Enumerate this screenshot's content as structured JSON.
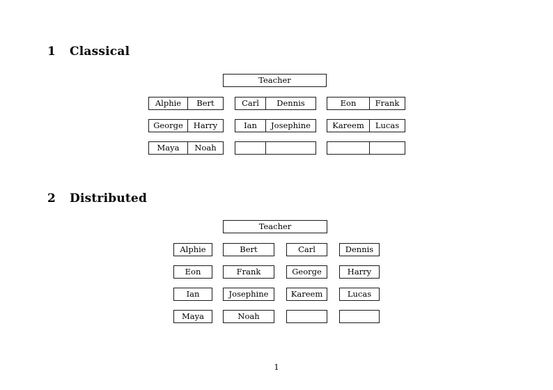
{
  "document": {
    "page_number": "1",
    "teacher_label": "Teacher"
  },
  "sections": [
    {
      "number": "1",
      "title": "Classical",
      "layout": "paired-groups",
      "teacher": "Teacher",
      "groups": [
        {
          "name": "group-left",
          "rows": [
            {
              "left": "Alphie",
              "right": "Bert"
            },
            {
              "left": "George",
              "right": "Harry"
            },
            {
              "left": "Maya",
              "right": "Noah"
            }
          ]
        },
        {
          "name": "group-middle",
          "rows": [
            {
              "left": "Carl",
              "right": "Dennis"
            },
            {
              "left": "Ian",
              "right": "Josephine"
            },
            {
              "left": "",
              "right": ""
            }
          ]
        },
        {
          "name": "group-right",
          "rows": [
            {
              "left": "Eon",
              "right": "Frank"
            },
            {
              "left": "Kareem",
              "right": "Lucas"
            },
            {
              "left": "",
              "right": ""
            }
          ]
        }
      ]
    },
    {
      "number": "2",
      "title": "Distributed",
      "layout": "grid",
      "teacher": "Teacher",
      "grid": [
        [
          "Alphie",
          "Bert",
          "Carl",
          "Dennis"
        ],
        [
          "Eon",
          "Frank",
          "George",
          "Harry"
        ],
        [
          "Ian",
          "Josephine",
          "Kareem",
          "Lucas"
        ],
        [
          "Maya",
          "Noah",
          "",
          ""
        ]
      ]
    }
  ],
  "colors": {
    "page_background": "#ffffff",
    "text": "#000000",
    "box_border": "#1a1a1a"
  }
}
